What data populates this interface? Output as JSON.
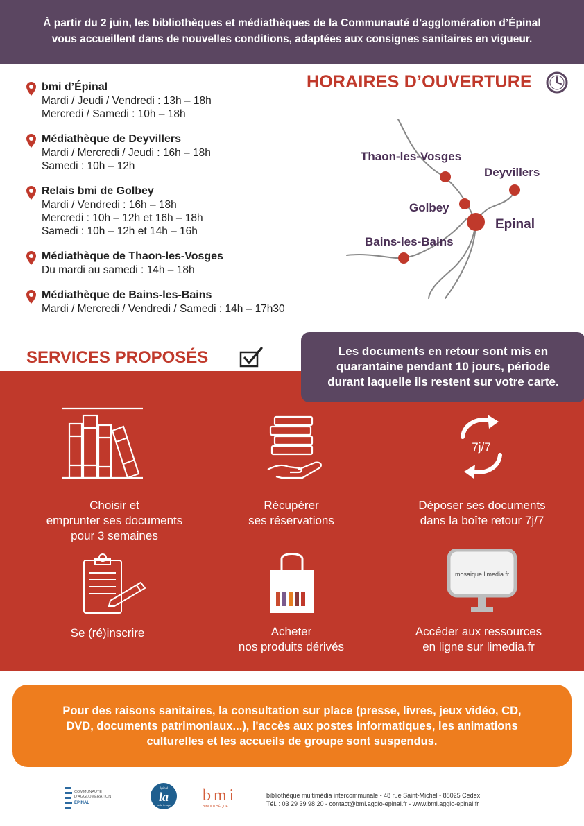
{
  "banner": {
    "line1": "À partir du 2 juin, les bibliothèques et médiathèques de la Communauté d’agglomération d’Épinal",
    "line2": "vous accueillent dans de nouvelles conditions, adaptées aux consignes sanitaires en vigueur."
  },
  "horaires": {
    "title": "HORAIRES D’OUVERTURE",
    "icon": "clock-icon"
  },
  "libraries": [
    {
      "name": "bmi d’Épinal",
      "lines": [
        "Mardi / Jeudi  / Vendredi : 13h – 18h",
        "Mercredi / Samedi : 10h – 18h"
      ]
    },
    {
      "name": "Médiathèque de Deyvillers",
      "lines": [
        "Mardi / Mercredi / Jeudi : 16h – 18h",
        "Samedi : 10h – 12h"
      ]
    },
    {
      "name": "Relais bmi de Golbey",
      "lines": [
        "Mardi / Vendredi : 16h – 18h",
        "Mercredi : 10h – 12h et 16h – 18h",
        "Samedi : 10h – 12h et 14h – 16h"
      ]
    },
    {
      "name": "Médiathèque de Thaon-les-Vosges",
      "lines": [
        "Du mardi au samedi : 14h – 18h"
      ]
    },
    {
      "name": "Médiathèque de Bains-les-Bains",
      "lines": [
        "Mardi / Mercredi / Vendredi / Samedi : 14h – 17h30"
      ]
    }
  ],
  "map": {
    "places": [
      "Thaon-les-Vosges",
      "Deyvillers",
      "Golbey",
      "Epinal",
      "Bains-les-Bains"
    ]
  },
  "services": {
    "title": "SERVICES PROPOSÉS",
    "quarantine": {
      "line1": "Les documents en retour sont mis en",
      "line2": "quarantaine pendant 10 jours, période",
      "line3": "durant laquelle ils restent sur votre carte."
    },
    "items": [
      {
        "icon": "books-shelf-icon",
        "lines": [
          "Choisir et",
          "emprunter ses documents",
          "pour 3 semaines"
        ]
      },
      {
        "icon": "books-in-hand-icon",
        "lines": [
          "Récupérer",
          "ses réservations"
        ]
      },
      {
        "icon": "return-arrows-icon",
        "icon_label": "7j/7",
        "lines": [
          "Déposer ses documents",
          "dans la boîte retour 7j/7"
        ]
      },
      {
        "icon": "clipboard-pen-icon",
        "lines": [
          "Se (ré)inscrire"
        ]
      },
      {
        "icon": "shopping-bag-icon",
        "lines": [
          "Acheter",
          "nos produits dérivés"
        ]
      },
      {
        "icon": "monitor-icon",
        "icon_label": "mosaique.limedia.fr",
        "lines": [
          "Accéder aux ressources",
          "en ligne sur limedia.fr"
        ]
      }
    ]
  },
  "notice": {
    "line1": "Pour des raisons sanitaires, la consultation sur place (presse, livres, jeux vidéo, CD,",
    "line2": "DVD, documents patrimoniaux...), l'accès aux postes informatiques, les animations",
    "line3": "culturelles et les accueils de groupe sont suspendus."
  },
  "footer": {
    "logo1": {
      "line1": "COMMUNAUTÉ",
      "line2": "D'AGGLOMÉRATION",
      "line3": "ÉPINAL"
    },
    "logo2": {
      "main": "la",
      "top": "épinal",
      "bottom": "belle image"
    },
    "logo3": {
      "main": "bmi",
      "sub": "BIBLIOTHÈQUE"
    },
    "address": "bibliothèque multimédia intercommunale - 48 rue Saint-Michel - 88025 Cedex",
    "contact": "Tél. : 03 29 39 98 20 - contact@bmi.agglo-epinal.fr - www.bmi.agglo-epinal.fr"
  },
  "colors": {
    "purple": "#5b4661",
    "red": "#c0392b",
    "orange": "#ee7d1e",
    "map_dot": "#c0392b",
    "map_label": "#4a2f55"
  }
}
